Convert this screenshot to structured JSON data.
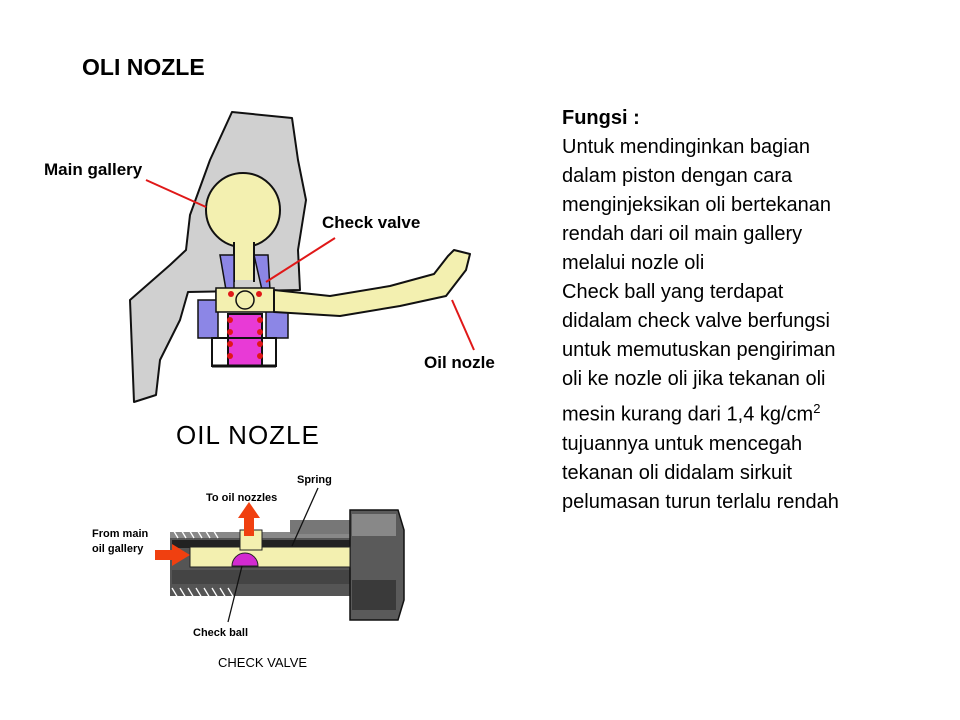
{
  "title": "OLI NOZLE",
  "description": {
    "heading": "Fungsi :",
    "lines": [
      "Untuk mendinginkan bagian",
      "dalam piston dengan cara",
      "menginjeksikan oli bertekanan",
      "rendah dari oil main gallery",
      "melalui nozle oli",
      "Check ball yang terdapat",
      "didalam check valve berfungsi",
      "untuk memutuskan pengiriman",
      "oli ke nozle oli jika tekanan oli"
    ],
    "pressure_line_prefix": "mesin kurang dari 1,4 kg/cm",
    "pressure_line_sup": "2",
    "lines_after": [
      "tujuannya untuk mencegah",
      "tekanan oli didalam sirkuit",
      "pelumasan turun terlalu rendah"
    ]
  },
  "diagram1": {
    "labels": {
      "main_gallery": "Main gallery",
      "check_valve": "Check valve",
      "oil_nozle": "Oil nozle"
    },
    "caption": "OIL NOZLE"
  },
  "diagram2": {
    "labels": {
      "spring": "Spring",
      "to_oil_nozzles": "To oil nozzles",
      "from_main_line1": "From main",
      "from_main_line2": "oil gallery",
      "check_ball": "Check ball"
    },
    "caption": "CHECK VALVE"
  },
  "colors": {
    "housing_gray": "#d0d0d0",
    "oil_yellow": "#f3f0b0",
    "seat_blue": "#8c86e6",
    "plunger_magenta": "#e83ad6",
    "leader_red": "#e01818",
    "arrow_red": "#f04010"
  }
}
